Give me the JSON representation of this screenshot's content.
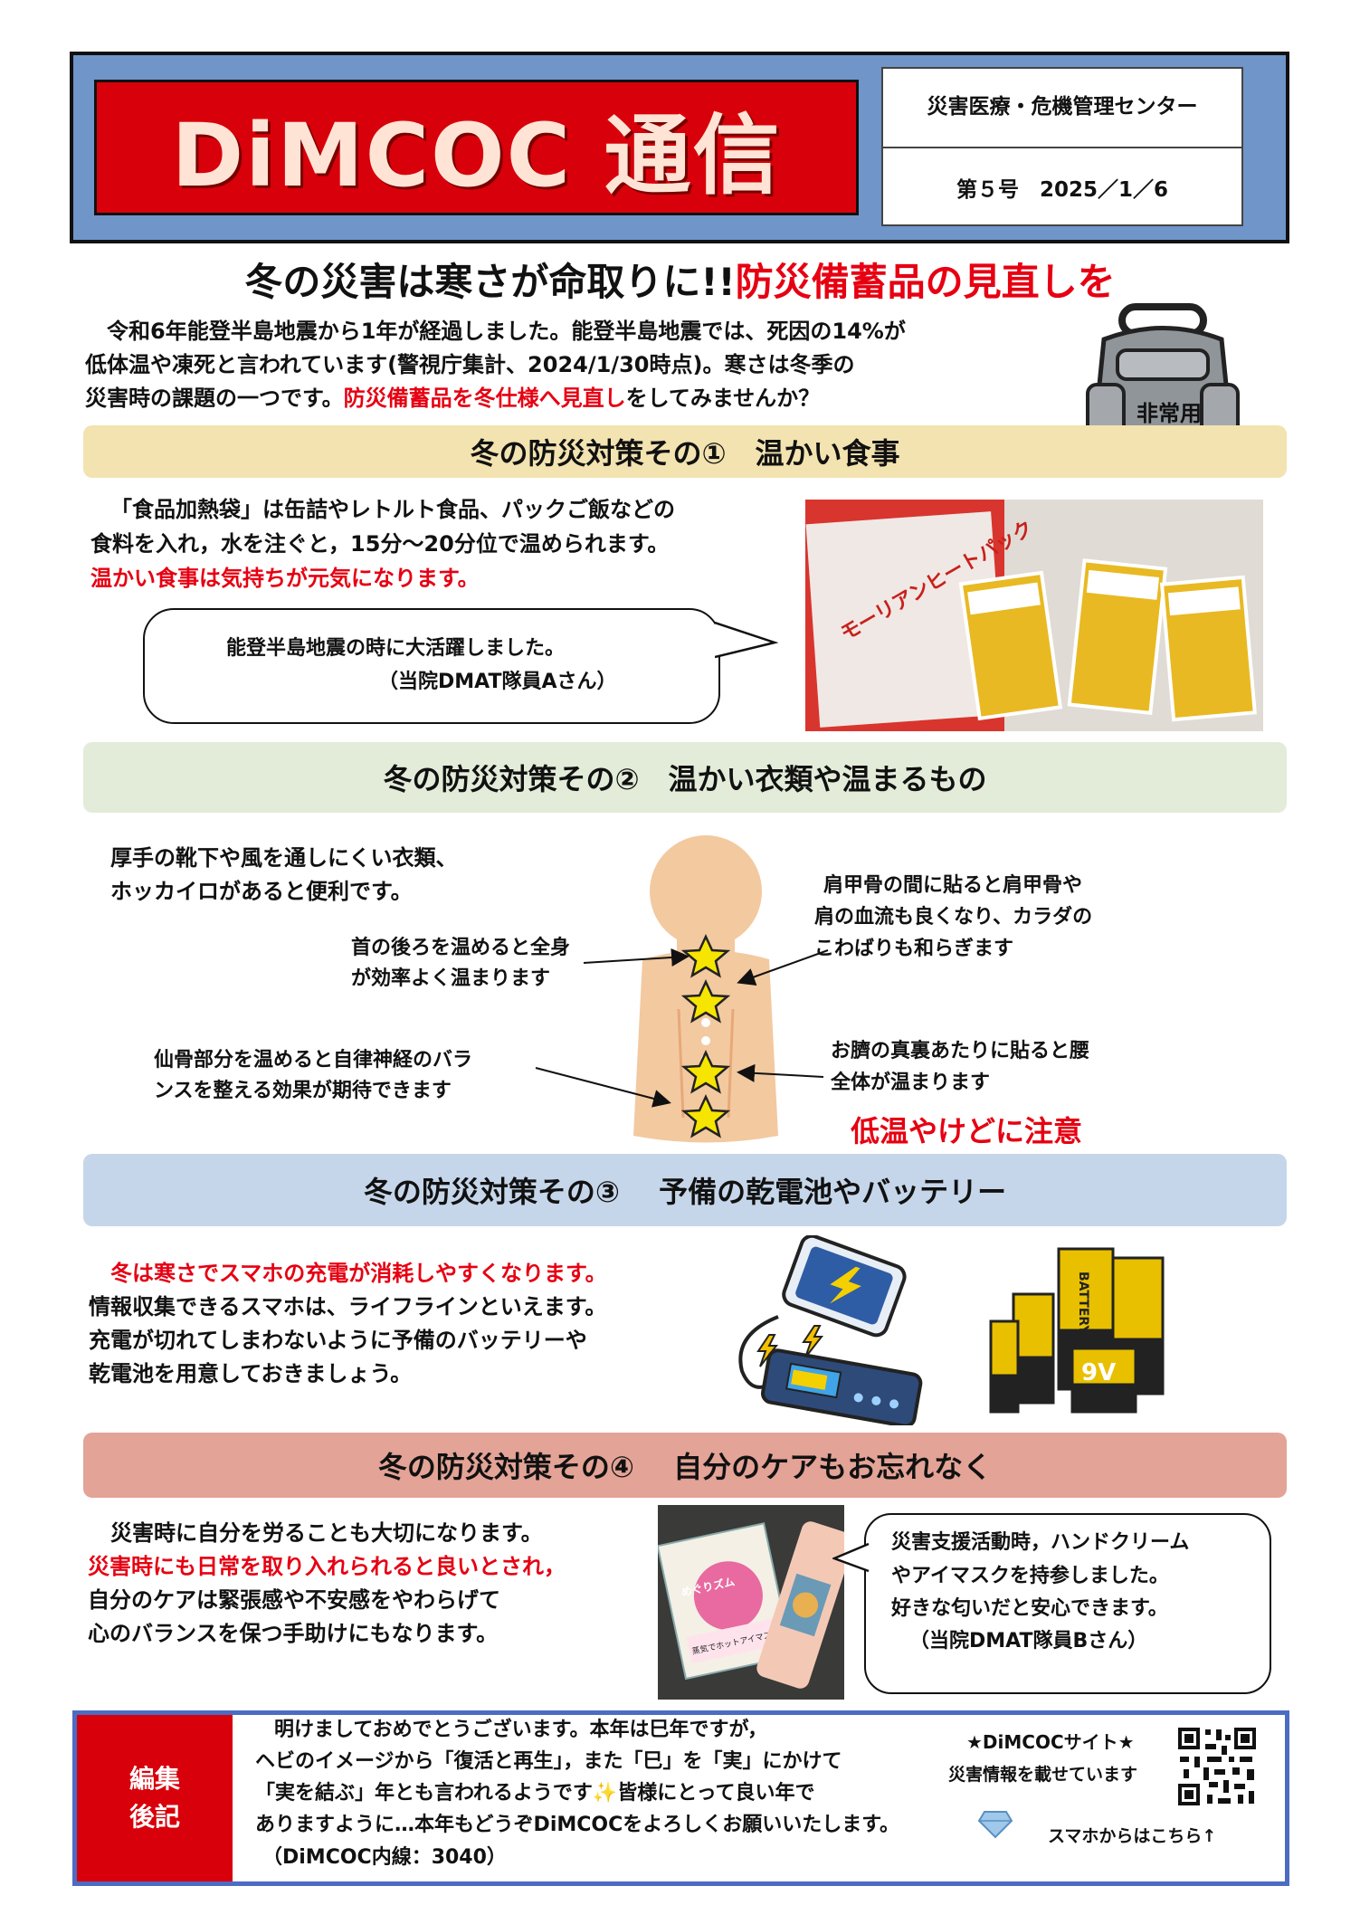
{
  "header": {
    "title": "DiMCOC 通信",
    "org": "災害医療・危機管理センター",
    "issue": "第５号　2025／1／6"
  },
  "headline": {
    "part1": "冬の災害は寒さが命取りに!!",
    "part2": "防災備蓄品の見直しを"
  },
  "intro": {
    "line1": "令和6年能登半島地震から1年が経過しました。能登半島地震では、死因の14%が",
    "line2": "低体温や凍死と言われています(警視庁集計、2024/1/30時点)。寒さは冬季の",
    "line3_a": "災害時の課題の一つです。",
    "line3_b": "防災備蓄品を冬仕様へ見直し",
    "line3_c": "をしてみませんか？",
    "backpack_label": "非常用"
  },
  "section1": {
    "title": "冬の防災対策その①　温かい食事",
    "line1": "「食品加熱袋」は缶詰やレトルト食品、パックご飯などの",
    "line2": "食料を入れ，水を注ぐと，15分～20分位で温められます。",
    "line3": "温かい食事は気持ちが元気になります。",
    "bubble1": "能登半島地震の時に大活躍しました。",
    "bubble2": "（当院DMAT隊員Aさん）",
    "product_name": "モーリアンヒートパック"
  },
  "section2": {
    "title": "冬の防災対策その②　温かい衣類や温まるもの",
    "line1": "厚手の靴下や風を通しにくい衣類、",
    "line2": "ホッカイロがあると便利です。",
    "neck1": "首の後ろを温めると全身",
    "neck2": "が効率よく温まります",
    "sacrum1": "仙骨部分を温めると自律神経のバラ",
    "sacrum2": "ンスを整える効果が期待できます",
    "scapula1": "肩甲骨の間に貼ると肩甲骨や",
    "scapula2": "肩の血流も良くなり、カラダの",
    "scapula3": "こわばりも和らぎます",
    "navel1": "お臍の真裏あたりに貼ると腰",
    "navel2": "全体が温まります",
    "warning": "低温やけどに注意"
  },
  "section3": {
    "title": "冬の防災対策その③　 予備の乾電池やバッテリー",
    "line1": "冬は寒さでスマホの充電が消耗しやすくなります。",
    "line2": "情報収集できるスマホは、ライフラインといえます。",
    "line3": "充電が切れてしまわないように予備のバッテリーや",
    "line4": "乾電池を用意しておきましょう。",
    "battery_label": "BATTERY",
    "battery_9v": "9V"
  },
  "section4": {
    "title": "冬の防災対策その④　 自分のケアもお忘れなく",
    "line1": "災害時に自分を労ることも大切になります。",
    "line2": "災害時にも日常を取り入れられると良いとされ，",
    "line3": "自分のケアは緊張感や不安感をやわらげて",
    "line4": "心のバランスを保つ手助けにもなります。",
    "bubble1": "災害支援活動時，ハンドクリーム",
    "bubble2": "やアイマスクを持参しました。",
    "bubble3": "好きな匂いだと安心できます。",
    "bubble4": "（当院DMAT隊員Bさん）",
    "product_text1": "めぐりズム",
    "product_text2": "蒸気でホットアイマスク"
  },
  "footer": {
    "edit_label_1": "編集",
    "edit_label_2": "後記",
    "line1": "明けましておめでとうございます。本年は巳年ですが，",
    "line2": "ヘビのイメージから「復活と再生」，また「巳」を「実」にかけて",
    "line3": "「実を結ぶ」年とも言われるようです✨皆様にとって良い年で",
    "line4": "ありますように…本年もどうぞDiMCOCをよろしくお願いいたします。",
    "line5": "（DiMCOC内線：3040）",
    "site_title": "★DiMCOCサイト★",
    "site_desc": "災害情報を載せています",
    "smartphone": "スマホからはこちら↑"
  },
  "colors": {
    "red": "#e60012",
    "header_blue": "#6f95c9",
    "section1_bg": "#f2e3b0",
    "section2_bg": "#e3ecd9",
    "section3_bg": "#c6d6ea",
    "section4_bg": "#e3a396",
    "footer_border": "#4c6cc3"
  }
}
